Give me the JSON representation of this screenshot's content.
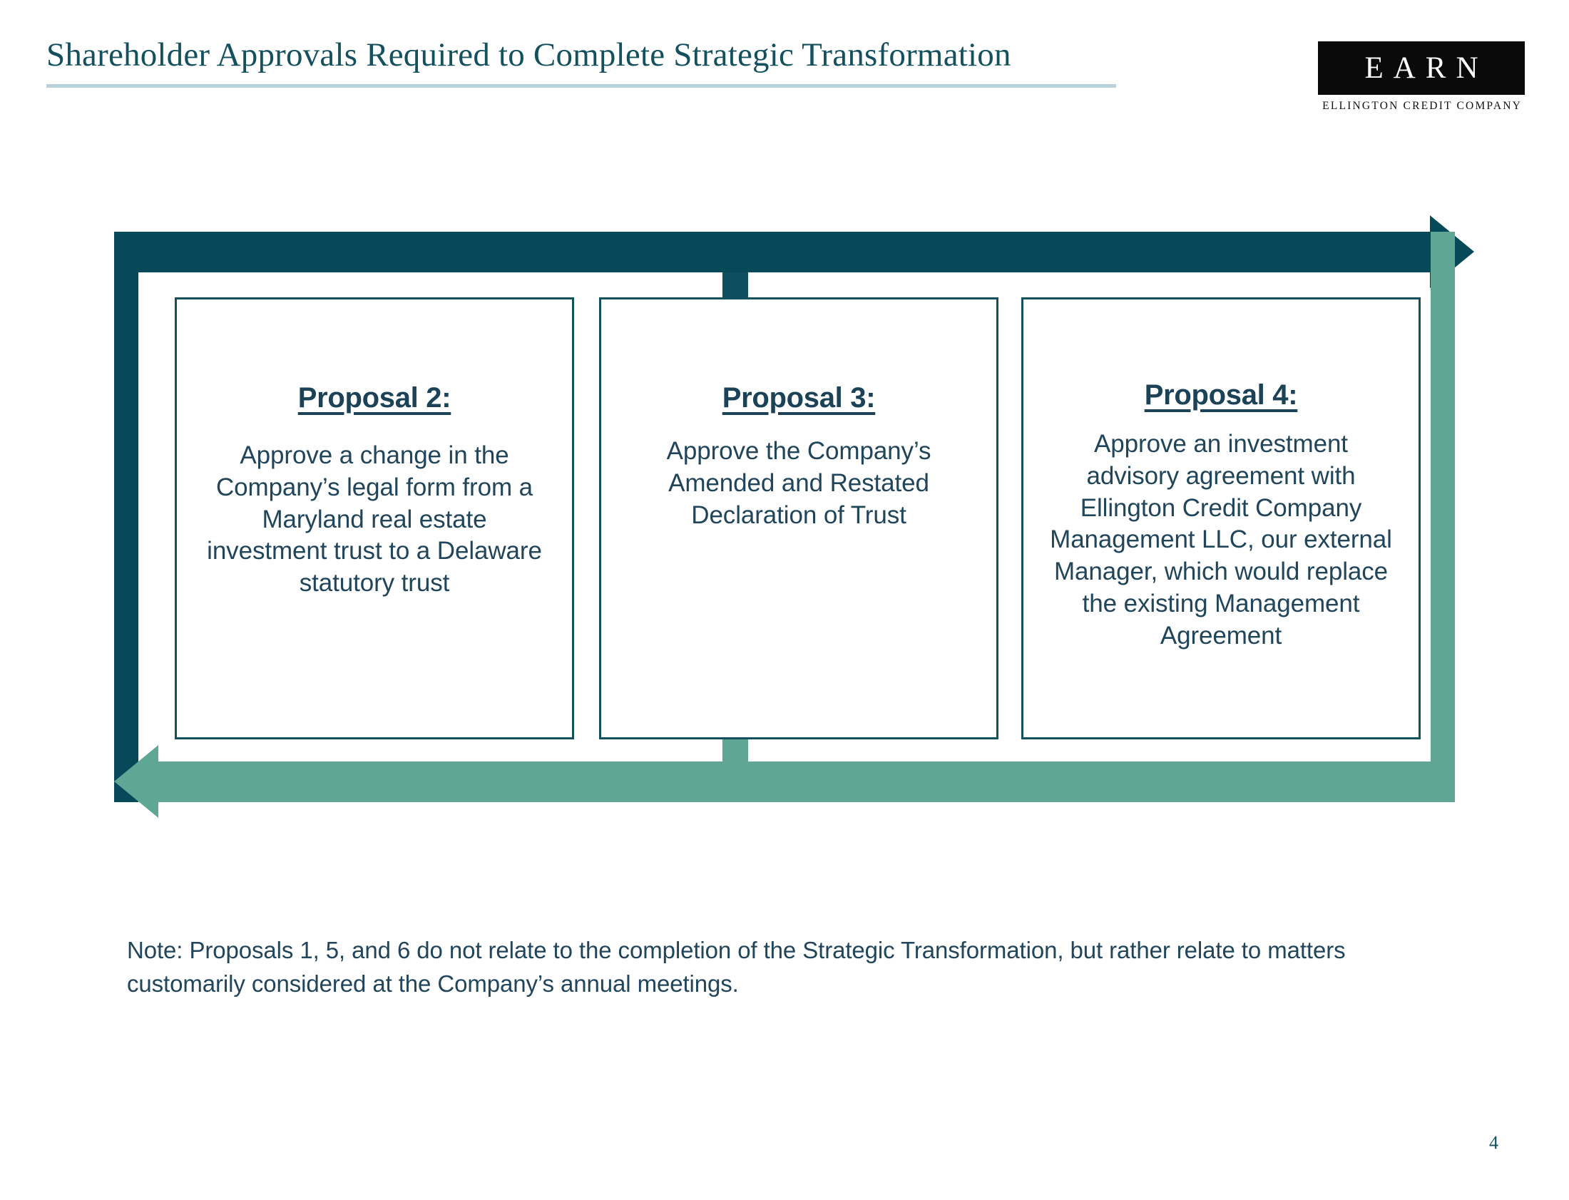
{
  "slide": {
    "title": "Shareholder Approvals Required to Complete Strategic Transformation",
    "page_number": "4"
  },
  "logo": {
    "mark": "EARN",
    "subtitle": "ELLINGTON CREDIT COMPANY"
  },
  "diagram": {
    "type": "cycle-arrows",
    "colors": {
      "dark_teal": "#064A5A",
      "green": "#5FA794",
      "box_border": "#13505E",
      "text": "#21455A",
      "title": "#14505E",
      "title_rule": "#B9D3DC"
    },
    "top_arrow_direction": "right",
    "bottom_arrow_direction": "left",
    "proposals": [
      {
        "title": "Proposal 2:",
        "body": "Approve a change in the Company’s legal form from a Maryland real estate investment trust to a Delaware statutory trust"
      },
      {
        "title": "Proposal 3:",
        "body": "Approve the Company’s Amended and Restated Declaration of Trust"
      },
      {
        "title": "Proposal 4:",
        "body": "Approve an investment advisory agreement with Ellington Credit Company Management LLC, our external Manager, which would replace the existing Management Agreement"
      }
    ]
  },
  "note": {
    "text": "Note: Proposals 1, 5, and 6 do not relate to the completion of the Strategic Transformation, but rather relate to matters customarily considered at the Company’s annual meetings."
  }
}
